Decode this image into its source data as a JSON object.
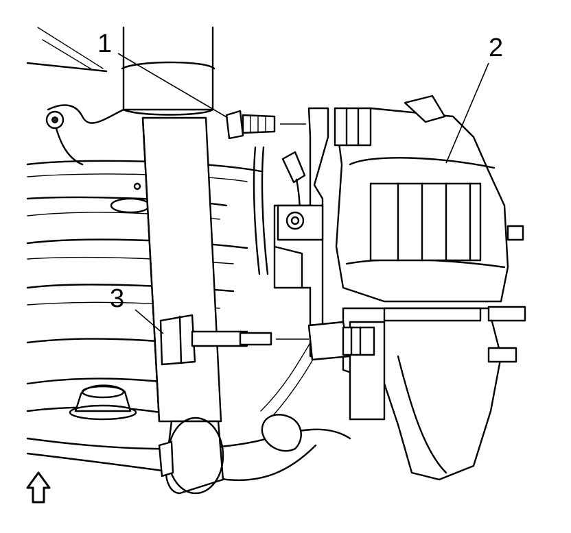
{
  "callouts": {
    "c1": "1",
    "c2": "2",
    "c3": "3"
  },
  "orientation_arrow": {
    "icon": "up-arrow-icon"
  }
}
